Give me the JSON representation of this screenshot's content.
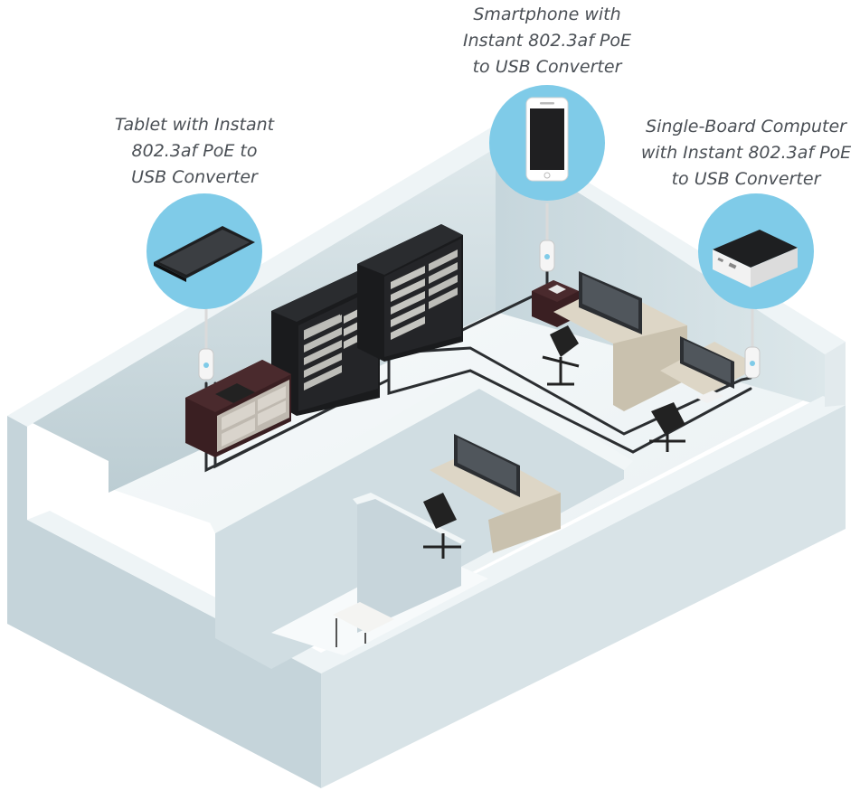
{
  "labels": {
    "smartphone": [
      "Smartphone with",
      "Instant 802.3af PoE",
      "to USB Converter"
    ],
    "tablet": [
      "Tablet with Instant",
      "802.3af PoE to",
      "USB Converter"
    ],
    "sbc": [
      "Single-Board Computer",
      "with Instant 802.3af PoE",
      "to USB Converter"
    ]
  },
  "colors": {
    "wall": "#cfdde2",
    "wall_top": "#e8f0f2",
    "floor": "#f4f8f9",
    "circle": "#7fcbe8",
    "cable": "#2b2e31",
    "rack": "#1a1b1d",
    "desk": "#ddd6c6",
    "cabinet": "#3a1f22"
  },
  "icons": [
    "tablet-icon",
    "smartphone-icon",
    "single-board-computer-icon",
    "poe-converter-icon"
  ]
}
